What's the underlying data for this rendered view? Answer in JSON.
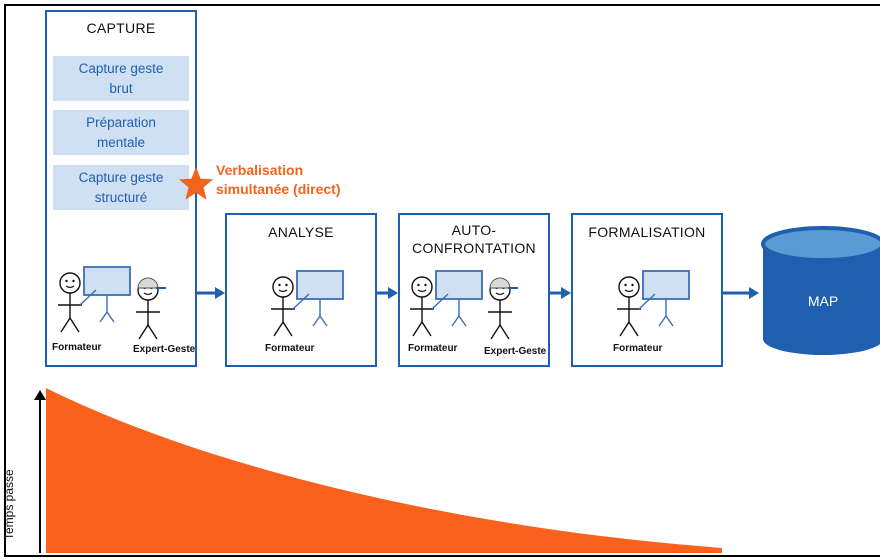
{
  "capture": {
    "title": "CAPTURE",
    "steps": [
      "Capture geste\nbrut",
      "Préparation\nmentale",
      "Capture geste\nstructuré"
    ],
    "actors": [
      "Formateur",
      "Expert-Geste"
    ]
  },
  "annotation": {
    "text": "Verbalisation\nsimultanée (direct)"
  },
  "analyse": {
    "title": "ANALYSE",
    "actors": [
      "Formateur"
    ]
  },
  "auto": {
    "title": "AUTO-\nCONFRONTATION",
    "actors": [
      "Formateur",
      "Expert-Geste"
    ]
  },
  "formalisation": {
    "title": "FORMALISATION",
    "actors": [
      "Formateur"
    ]
  },
  "map": {
    "label": "MAP"
  },
  "axis": {
    "ylabel": "Temps passé"
  },
  "colors": {
    "blue": "#1f5fb0",
    "light_blue": "#cfe0f3",
    "orange": "#f0641e",
    "db_fill": "#1f5fb0",
    "db_top": "#5b9bd5"
  }
}
